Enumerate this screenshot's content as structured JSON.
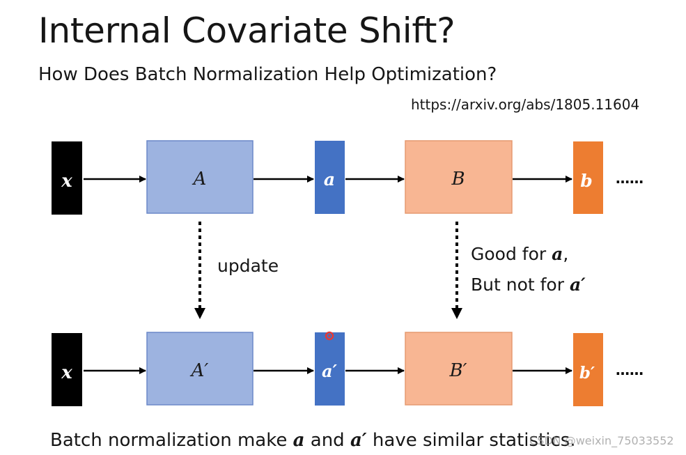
{
  "title": "Internal Covariate Shift?",
  "subtitle": "How Does Batch Normalization Help Optimization?",
  "url": "https://arxiv.org/abs/1805.11604",
  "row1": {
    "input": "x",
    "block_a": "A",
    "activation_a": "a",
    "block_b": "B",
    "activation_b": "b",
    "ellipsis": "……"
  },
  "row2": {
    "input": "x",
    "block_a": "A′",
    "activation_a": "a′",
    "block_b": "B′",
    "activation_b": "b′",
    "ellipsis": "……"
  },
  "notes": {
    "update": "update",
    "good_prefix": "Good for ",
    "good_var": "a",
    "good_suffix": ",",
    "but_prefix": "But not for ",
    "but_var": "a′"
  },
  "caption": {
    "part1": "Batch normalization make ",
    "var1": "a",
    "part2": " and ",
    "var2": "a′",
    "part3": " have similar statistics."
  },
  "watermark": "CSDN @weixin_75033552",
  "colors": {
    "input_block": "#000000",
    "layer_a_fill": "#9db3e0",
    "layer_a_stroke": "#6b88c8",
    "activation_a": "#4472c4",
    "layer_b_fill": "#f8b693",
    "layer_b_stroke": "#e59a70",
    "activation_b": "#ed7d31",
    "pointer_dot": "#e53935"
  }
}
